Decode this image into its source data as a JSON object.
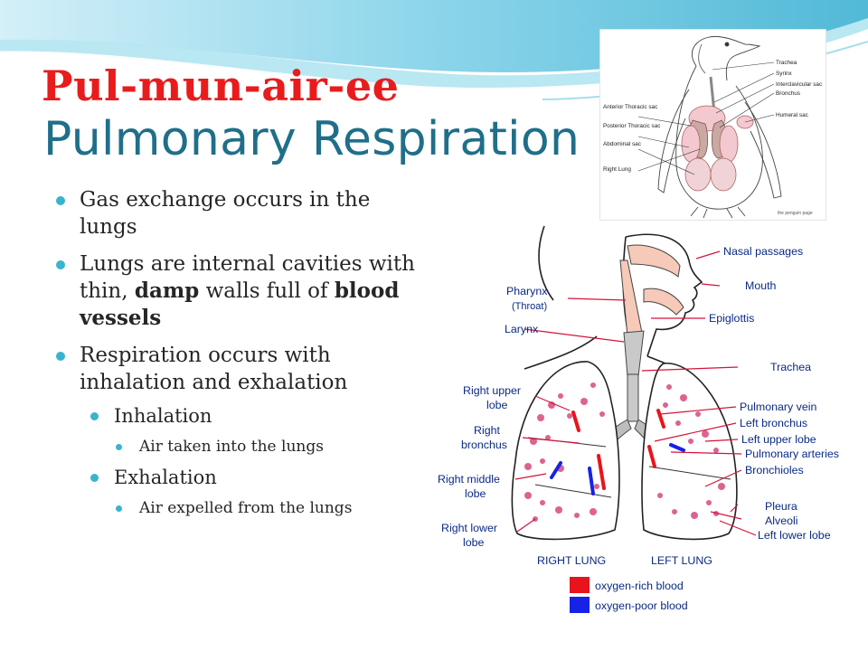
{
  "slide": {
    "pronunciation": "Pul-mun-air-ee",
    "title": "Pulmonary Respiration",
    "bullets": {
      "b1": "Gas exchange occurs in the lungs",
      "b2_pre": "Lungs are internal cavities with thin, ",
      "b2_bold1": "damp",
      "b2_mid": " walls full of ",
      "b2_bold2": "blood vessels",
      "b3": "Respiration occurs with inhalation and exhalation",
      "inhalation": "Inhalation",
      "inhalation_detail": "Air taken into the lungs",
      "exhalation": "Exhalation",
      "exhalation_detail": "Air expelled from the lungs"
    }
  },
  "penguin_diagram": {
    "labels": {
      "trachea": "Trachea",
      "syrinx": "Syrinx",
      "interclavicular": "Interclavicular sac",
      "bronchus": "Bronchus",
      "anterior": "Anterior Thoracic sac",
      "humeral": "Humeral sac",
      "posterior": "Posterior Thoracic sac",
      "abdominal": "Abdominal sac",
      "right_lung": "Right Lung",
      "credit": "the penguin page"
    }
  },
  "lung_diagram": {
    "labels": {
      "nasal": "Nasal passages",
      "mouth": "Mouth",
      "pharynx": "Pharynx",
      "throat": "(Throat)",
      "epiglottis": "Epiglottis",
      "larynx": "Larynx",
      "trachea": "Trachea",
      "right_upper_1": "Right upper",
      "right_upper_2": "lobe",
      "pulm_vein": "Pulmonary vein",
      "left_bronchus": "Left bronchus",
      "right_bronchus_1": "Right",
      "right_bronchus_2": "bronchus",
      "left_upper": "Left upper lobe",
      "pulm_arteries": "Pulmonary arteries",
      "right_middle_1": "Right middle",
      "right_middle_2": "lobe",
      "bronchioles": "Bronchioles",
      "pleura": "Pleura",
      "right_lower_1": "Right lower",
      "right_lower_2": "lobe",
      "alveoli": "Alveoli",
      "left_lower": "Left lower lobe",
      "right_lung": "RIGHT LUNG",
      "left_lung": "LEFT LUNG"
    },
    "legend": {
      "rich": "oxygen-rich blood",
      "poor": "oxygen-poor blood"
    },
    "colors": {
      "oxygen_rich": "#e8141b",
      "oxygen_poor": "#1622e6",
      "label_arrow": "#d4143a"
    }
  }
}
